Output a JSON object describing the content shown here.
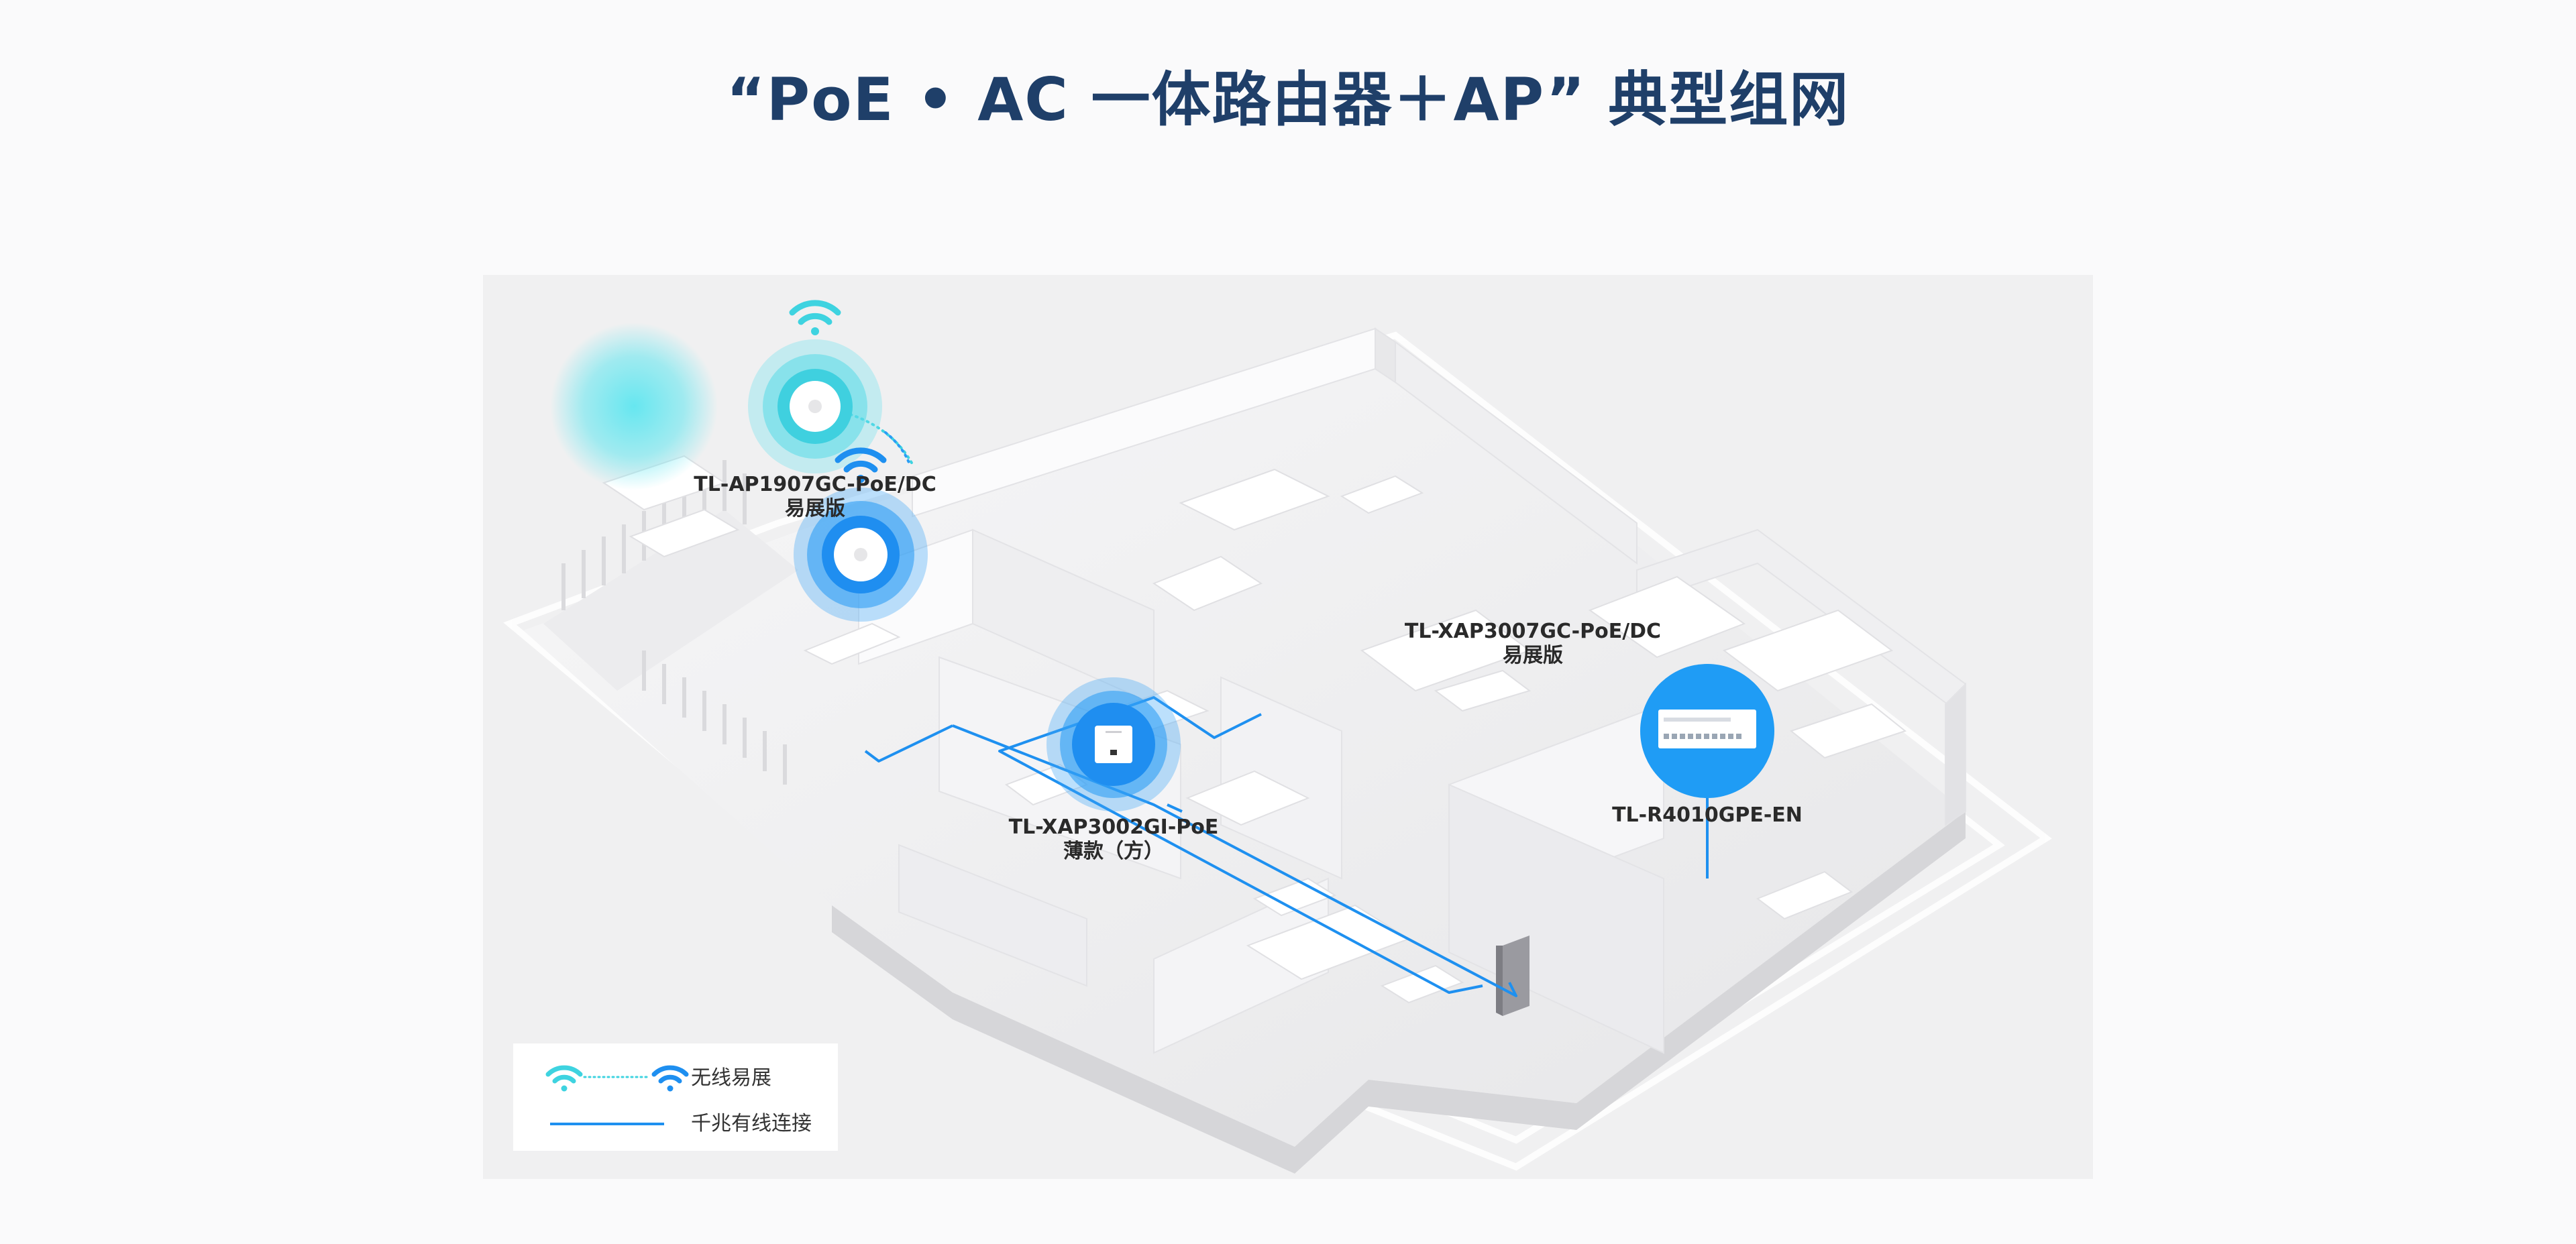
{
  "title": "“PoE • AC 一体路由器＋AP” 典型组网",
  "devices": {
    "ap_top": {
      "model": "TL-AP1907GC-PoE/DC",
      "variant": "易展版"
    },
    "ap_mid": {
      "model": "TL-XAP3007GC-PoE/DC",
      "variant": "易展版"
    },
    "ap_wall": {
      "model": "TL-XAP3002GI-PoE",
      "variant": "薄款（方）"
    },
    "router": {
      "model": "TL-R4010GPE-EN"
    }
  },
  "legend": {
    "wireless_extend": "无线易展",
    "gigabit_wired": "千兆有线连接"
  },
  "colors": {
    "title": "#1f3f69",
    "wireless_cyan": "#3ed3e0",
    "wired_blue": "#1e90f0",
    "device_blue": "#1f9cf5"
  }
}
